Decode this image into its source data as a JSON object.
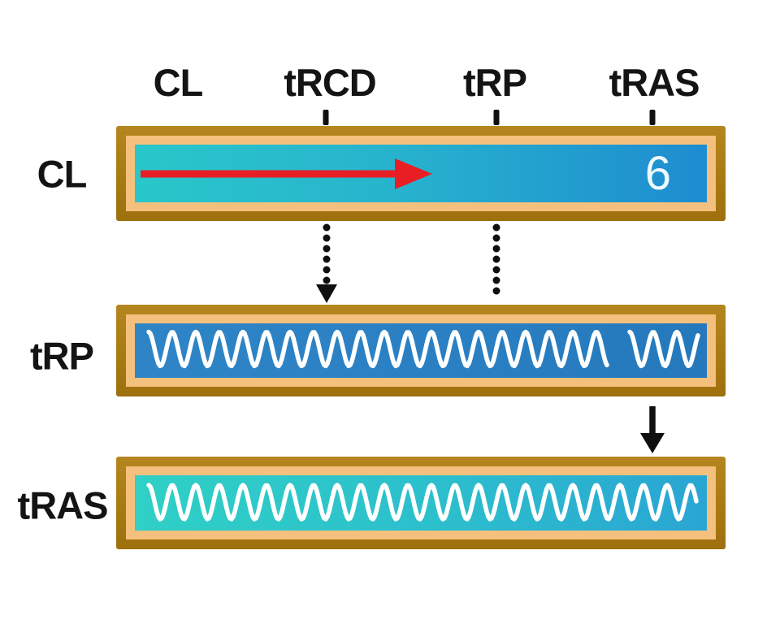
{
  "diagram": {
    "subject": "memory-timing-diagram",
    "top_axis": {
      "labels": [
        {
          "text": "CL",
          "tick": false
        },
        {
          "text": "tRCD",
          "tick": true
        },
        {
          "text": "tRP",
          "tick": true
        },
        {
          "text": "tRAS",
          "tick": true
        }
      ]
    },
    "rows": [
      {
        "label": "CL",
        "value": "6",
        "content": "red-latency-arrow"
      },
      {
        "label": "tRP",
        "value": "",
        "content": "clock-signal-wave"
      },
      {
        "label": "tRAS",
        "value": "",
        "content": "clock-signal-wave"
      }
    ],
    "connectors": [
      {
        "type": "dotted-arrow-down",
        "from": "CL-bar",
        "to": "tRP-bar"
      },
      {
        "type": "dotted-line-down",
        "from": "CL-bar",
        "to": "tRP-bar"
      },
      {
        "type": "solid-arrow-down",
        "from": "tRP-bar",
        "to": "tRAS-bar"
      }
    ],
    "icons": {
      "red_arrow": "red-latency-arrow",
      "wave": "clock-signal-wave",
      "dotted_arrow": "dotted-arrow-down",
      "black_arrow": "solid-arrow-down",
      "tick": "axis-tick"
    },
    "colors": {
      "background": "#ffffff",
      "text": "#141414",
      "bar_border_outer": "#a87a12",
      "bar_border_inner": "#f4c07d",
      "cl_fill_left": "#29c7ca",
      "cl_fill_right": "#1e8cd0",
      "trp_fill": "#2a7fc2",
      "tras_fill_left": "#2fd0c5",
      "tras_fill_right": "#2aa5d3",
      "red_arrow": "#e71f25",
      "wave": "#ffffff",
      "value_text": "#f0fafd",
      "connector": "#0f0f0f"
    }
  }
}
